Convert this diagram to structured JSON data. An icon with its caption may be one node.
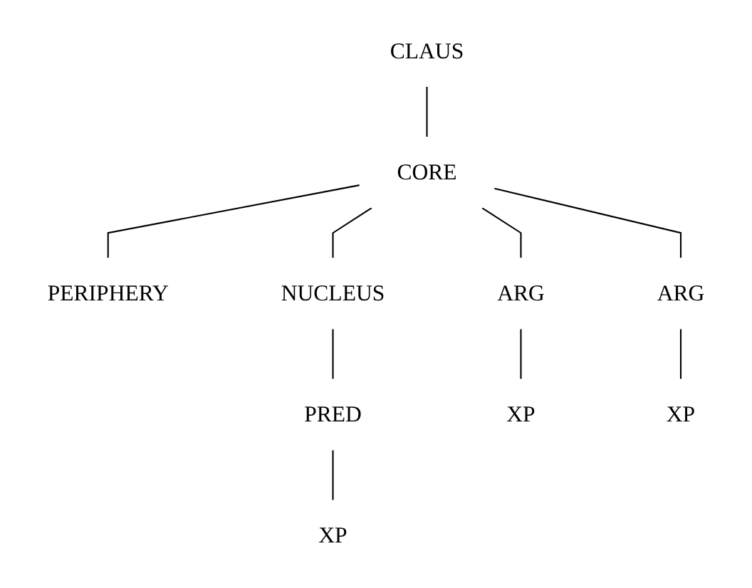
{
  "diagram": {
    "nodes": [
      {
        "text": [
          "CLAUS"
        ]
      },
      {
        "text": [
          "CORE"
        ]
      },
      {
        "text": [
          "PERIPHERY"
        ]
      },
      {
        "text": [
          "ARG"
        ]
      },
      {
        "text": [
          "ARG"
        ]
      },
      {
        "text": [
          "NUCLEUS"
        ]
      },
      {
        "text": [
          "PRED"
        ]
      },
      {
        "text": [
          "XP"
        ]
      },
      {
        "text": [
          "XP"
        ]
      },
      {
        "text": [
          "XP"
        ]
      }
    ],
    "edges": [
      {
        "from": 0,
        "to": 1,
        "arrow": "none"
      },
      {
        "from": 1,
        "to": 2,
        "arrow": "none"
      },
      {
        "from": 1,
        "to": 3,
        "arrow": "none"
      },
      {
        "from": 1,
        "to": 4,
        "arrow": "none"
      },
      {
        "from": 1,
        "to": 5,
        "arrow": "none"
      },
      {
        "from": 3,
        "to": 7,
        "arrow": "none"
      },
      {
        "from": 4,
        "to": 8,
        "arrow": "none"
      },
      {
        "from": 5,
        "to": 6,
        "arrow": "none"
      },
      {
        "from": 6,
        "to": 9,
        "arrow": "none"
      }
    ]
  }
}
